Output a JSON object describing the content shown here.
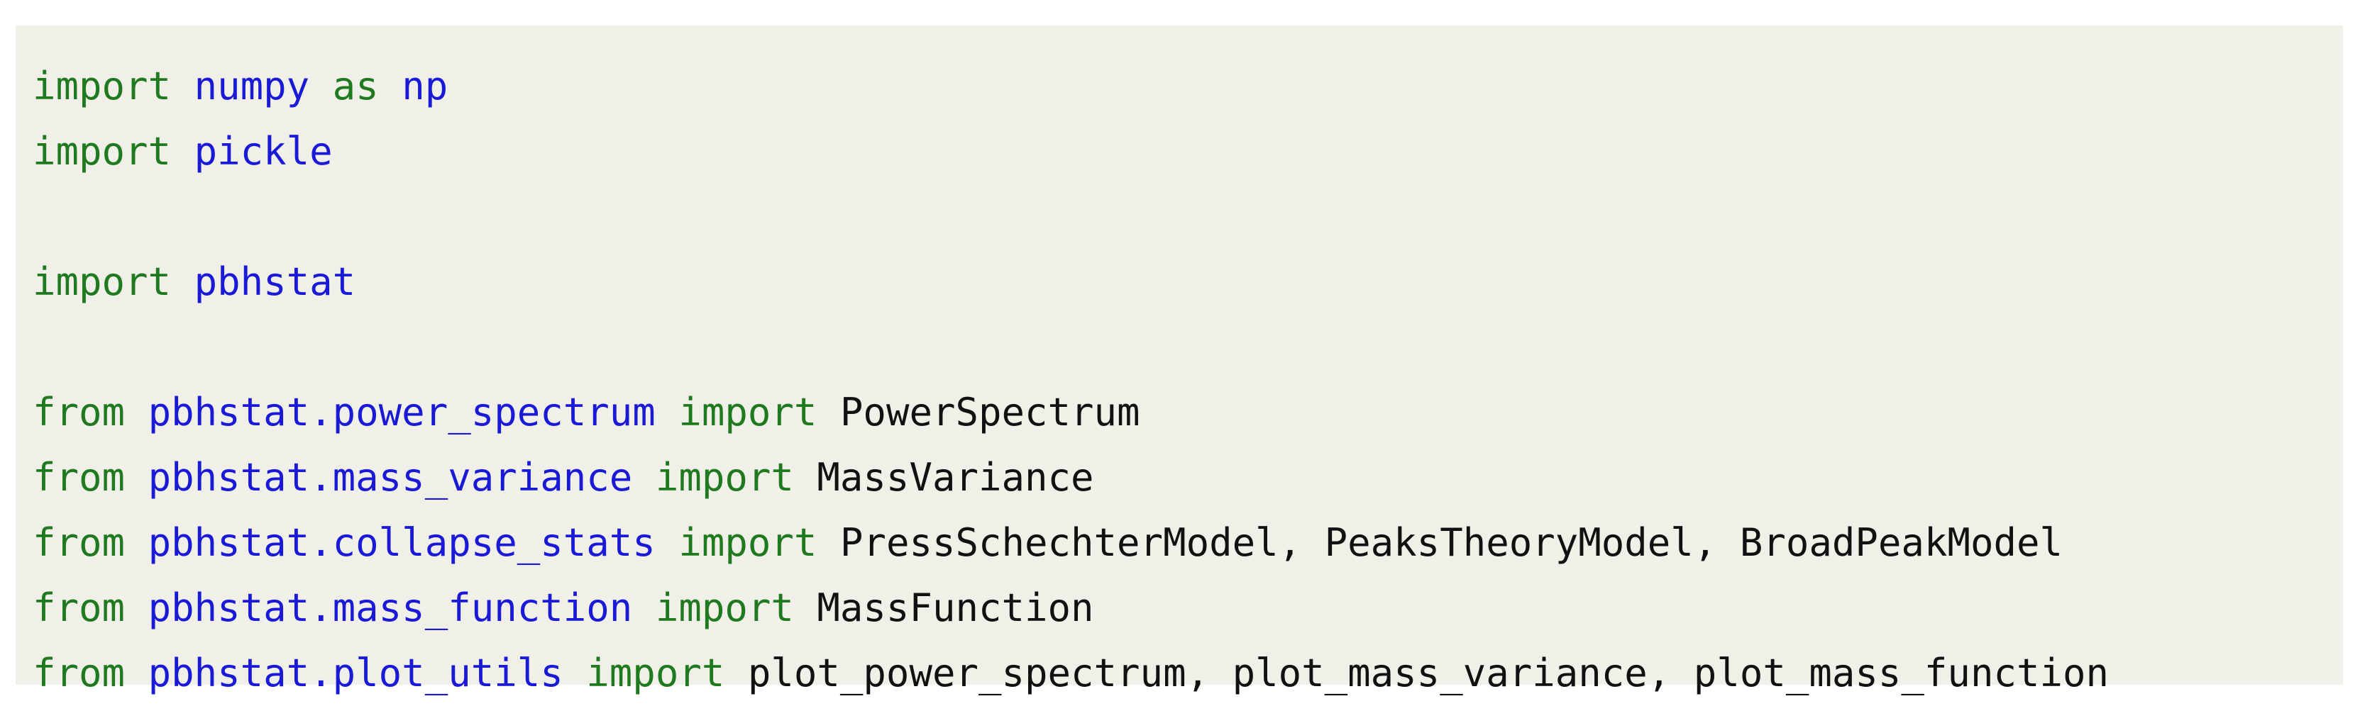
{
  "colors": {
    "background": "#ffffff",
    "code_background": "#f0efe8",
    "keyword": "#1f7a1f",
    "module": "#1a1ad6",
    "text": "#111111"
  },
  "code": {
    "language": "python",
    "lines": [
      {
        "tokens": [
          {
            "text": "import",
            "kind": "keyword"
          },
          {
            "text": " ",
            "kind": "text"
          },
          {
            "text": "numpy",
            "kind": "module"
          },
          {
            "text": " ",
            "kind": "text"
          },
          {
            "text": "as",
            "kind": "keyword"
          },
          {
            "text": " ",
            "kind": "text"
          },
          {
            "text": "np",
            "kind": "module"
          }
        ]
      },
      {
        "tokens": [
          {
            "text": "import",
            "kind": "keyword"
          },
          {
            "text": " ",
            "kind": "text"
          },
          {
            "text": "pickle",
            "kind": "module"
          }
        ]
      },
      {
        "tokens": []
      },
      {
        "tokens": [
          {
            "text": "import",
            "kind": "keyword"
          },
          {
            "text": " ",
            "kind": "text"
          },
          {
            "text": "pbhstat",
            "kind": "module"
          }
        ]
      },
      {
        "tokens": []
      },
      {
        "tokens": [
          {
            "text": "from",
            "kind": "keyword"
          },
          {
            "text": " ",
            "kind": "text"
          },
          {
            "text": "pbhstat.power_spectrum",
            "kind": "module"
          },
          {
            "text": " ",
            "kind": "text"
          },
          {
            "text": "import",
            "kind": "keyword"
          },
          {
            "text": " PowerSpectrum",
            "kind": "text"
          }
        ]
      },
      {
        "tokens": [
          {
            "text": "from",
            "kind": "keyword"
          },
          {
            "text": " ",
            "kind": "text"
          },
          {
            "text": "pbhstat.mass_variance",
            "kind": "module"
          },
          {
            "text": " ",
            "kind": "text"
          },
          {
            "text": "import",
            "kind": "keyword"
          },
          {
            "text": " MassVariance",
            "kind": "text"
          }
        ]
      },
      {
        "tokens": [
          {
            "text": "from",
            "kind": "keyword"
          },
          {
            "text": " ",
            "kind": "text"
          },
          {
            "text": "pbhstat.collapse_stats",
            "kind": "module"
          },
          {
            "text": " ",
            "kind": "text"
          },
          {
            "text": "import",
            "kind": "keyword"
          },
          {
            "text": " PressSchechterModel, PeaksTheoryModel, BroadPeakModel",
            "kind": "text"
          }
        ]
      },
      {
        "tokens": [
          {
            "text": "from",
            "kind": "keyword"
          },
          {
            "text": " ",
            "kind": "text"
          },
          {
            "text": "pbhstat.mass_function",
            "kind": "module"
          },
          {
            "text": " ",
            "kind": "text"
          },
          {
            "text": "import",
            "kind": "keyword"
          },
          {
            "text": " MassFunction",
            "kind": "text"
          }
        ]
      },
      {
        "tokens": [
          {
            "text": "from",
            "kind": "keyword"
          },
          {
            "text": " ",
            "kind": "text"
          },
          {
            "text": "pbhstat.plot_utils",
            "kind": "module"
          },
          {
            "text": " ",
            "kind": "text"
          },
          {
            "text": "import",
            "kind": "keyword"
          },
          {
            "text": " plot_power_spectrum, plot_mass_variance, plot_mass_function",
            "kind": "text"
          }
        ]
      }
    ]
  }
}
